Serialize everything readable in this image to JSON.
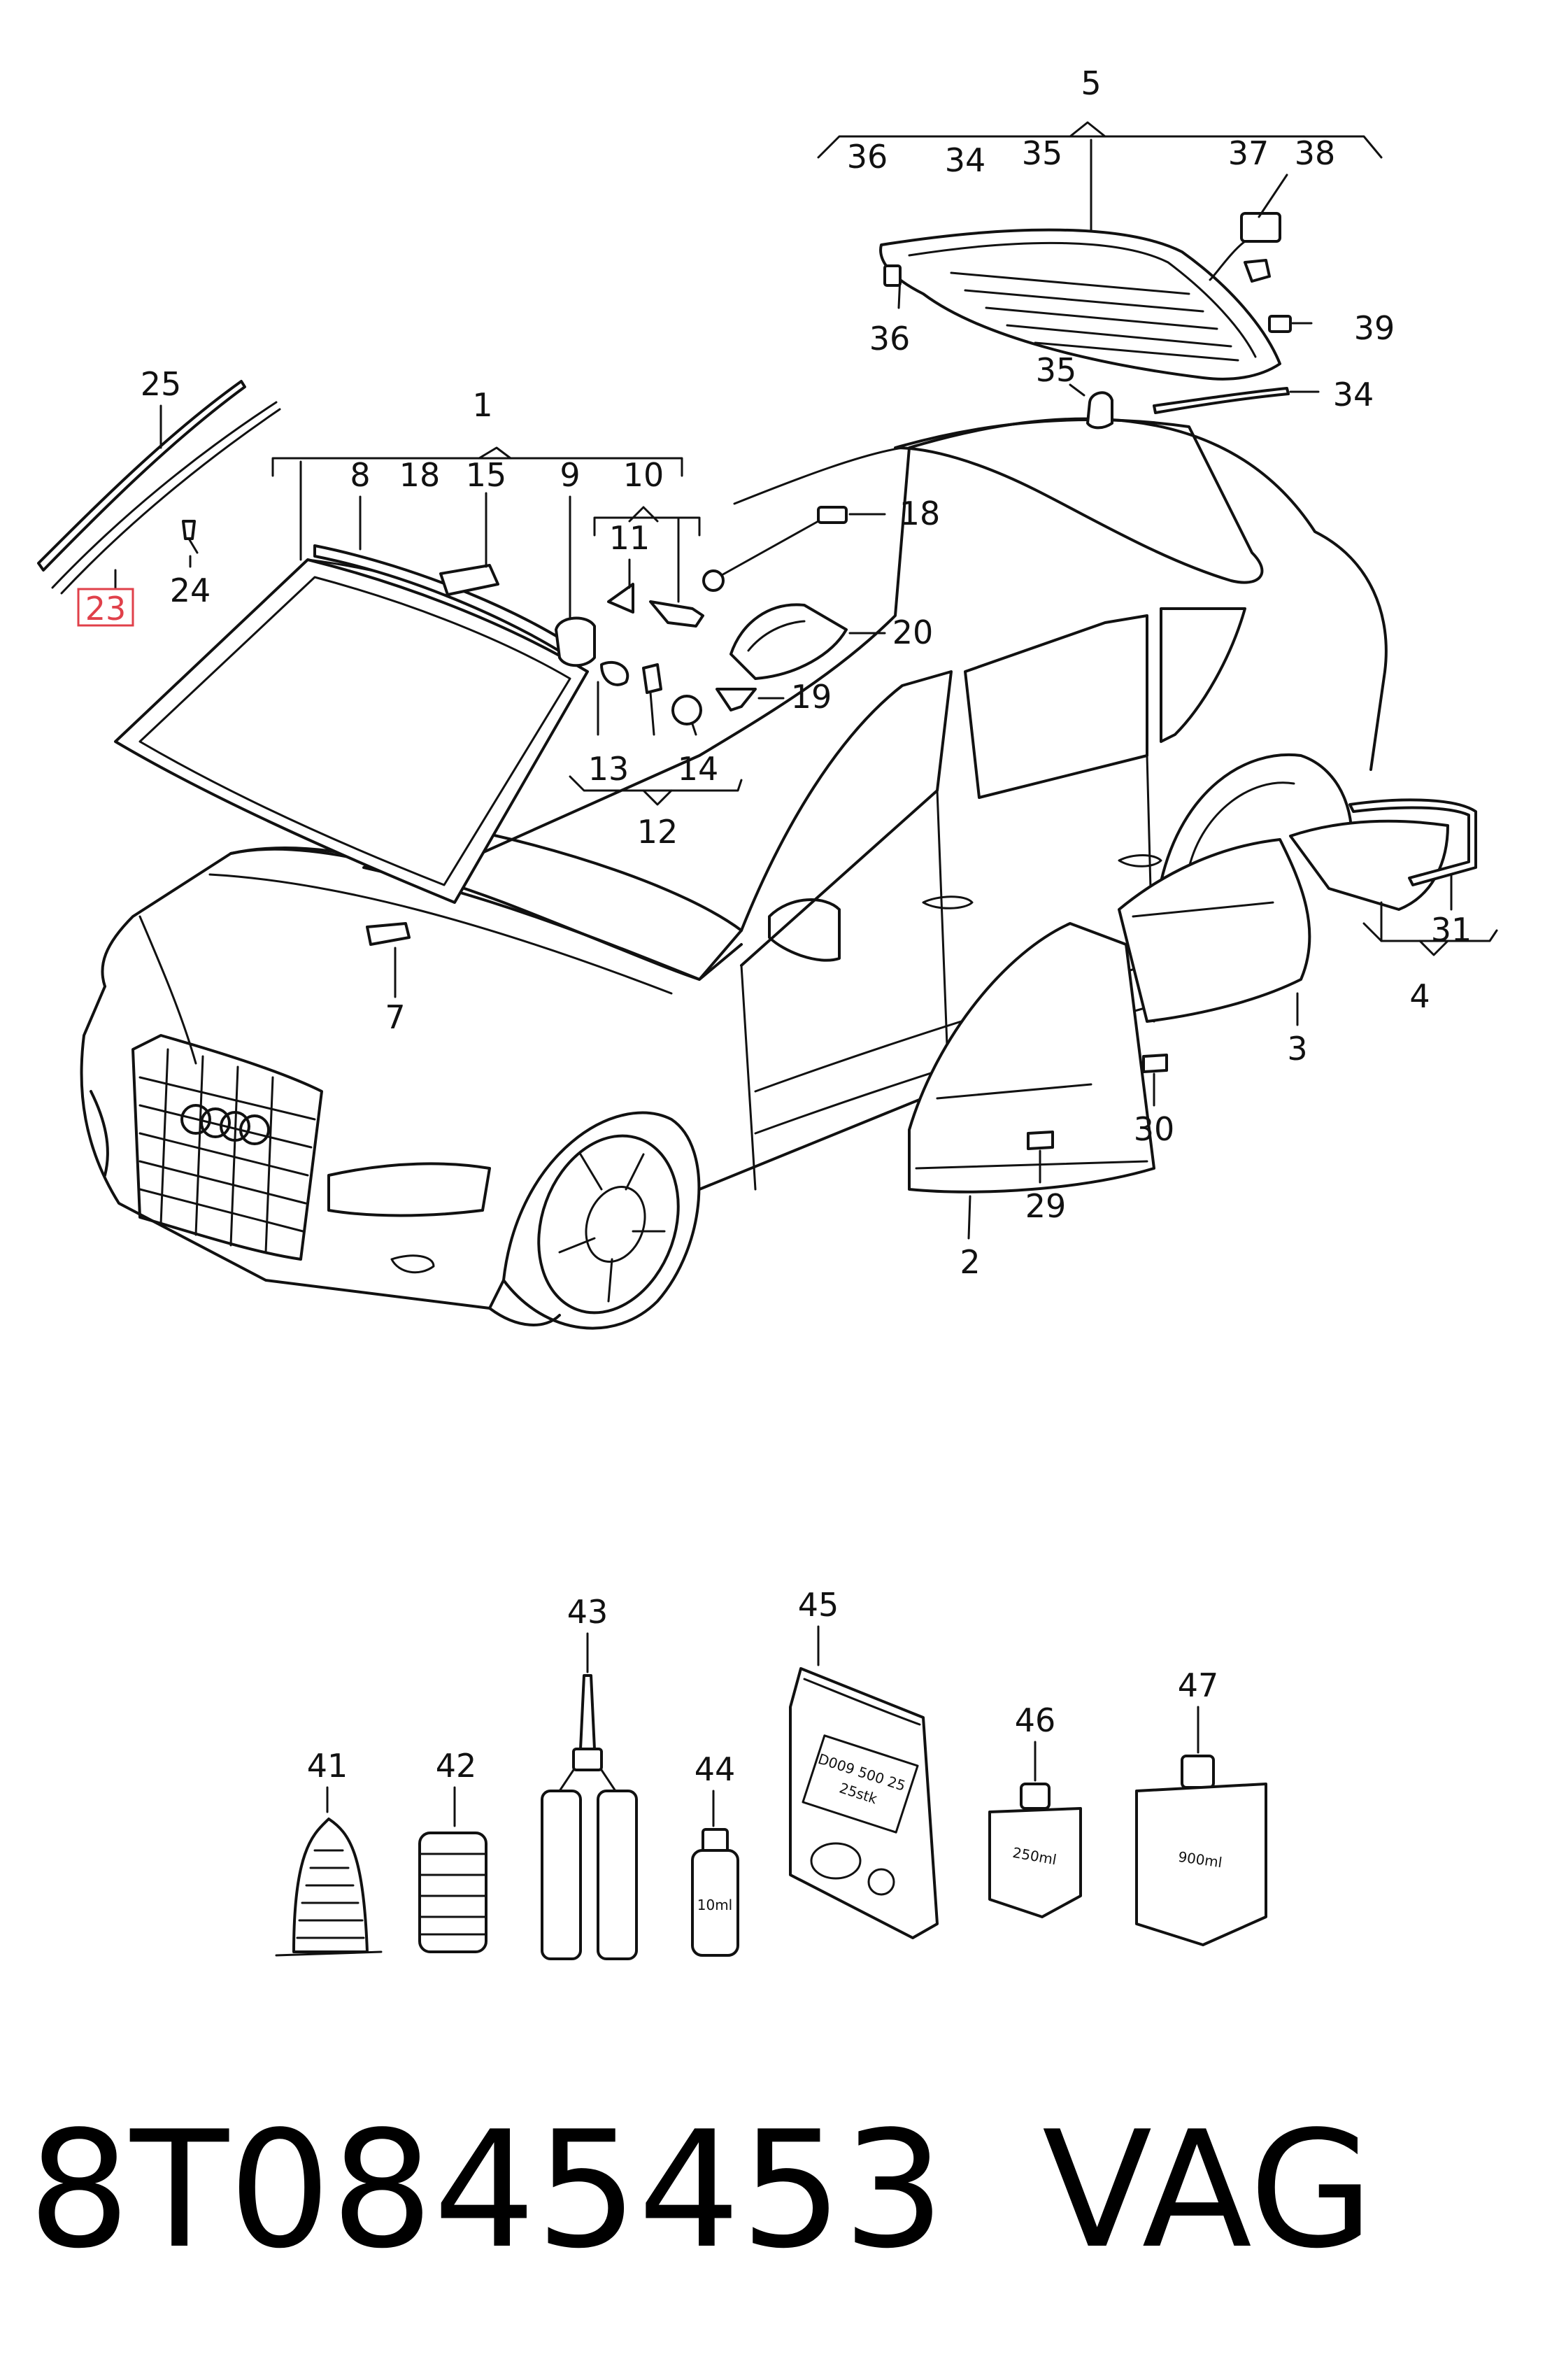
{
  "callouts": {
    "n1": "1",
    "n2": "2",
    "n3": "3",
    "n4": "4",
    "n5": "5",
    "n7": "7",
    "n8": "8",
    "n9": "9",
    "n10": "10",
    "n11": "11",
    "n12": "12",
    "n13": "13",
    "n14": "14",
    "n15": "15",
    "n18a": "18",
    "n18b": "18",
    "n19": "19",
    "n20": "20",
    "n23": "23",
    "n24": "24",
    "n25": "25",
    "n29": "29",
    "n30": "30",
    "n31": "31",
    "n34a": "34",
    "n34b": "34",
    "n35a": "35",
    "n35b": "35",
    "n36a": "36",
    "n36b": "36",
    "n37": "37",
    "n38": "38",
    "n39": "39",
    "n41": "41",
    "n42": "42",
    "n43": "43",
    "n44": "44",
    "n45": "45",
    "n46": "46",
    "n47": "47"
  },
  "highlight_color": "#e0404a",
  "container_labels": {
    "bag_line1": "D009 500 25",
    "bag_line2": "25stk",
    "vial": "10ml",
    "bottle_small": "250ml",
    "bottle_large": "900ml"
  },
  "footer": {
    "part_number": "8T0845453",
    "brand": "VAG"
  }
}
